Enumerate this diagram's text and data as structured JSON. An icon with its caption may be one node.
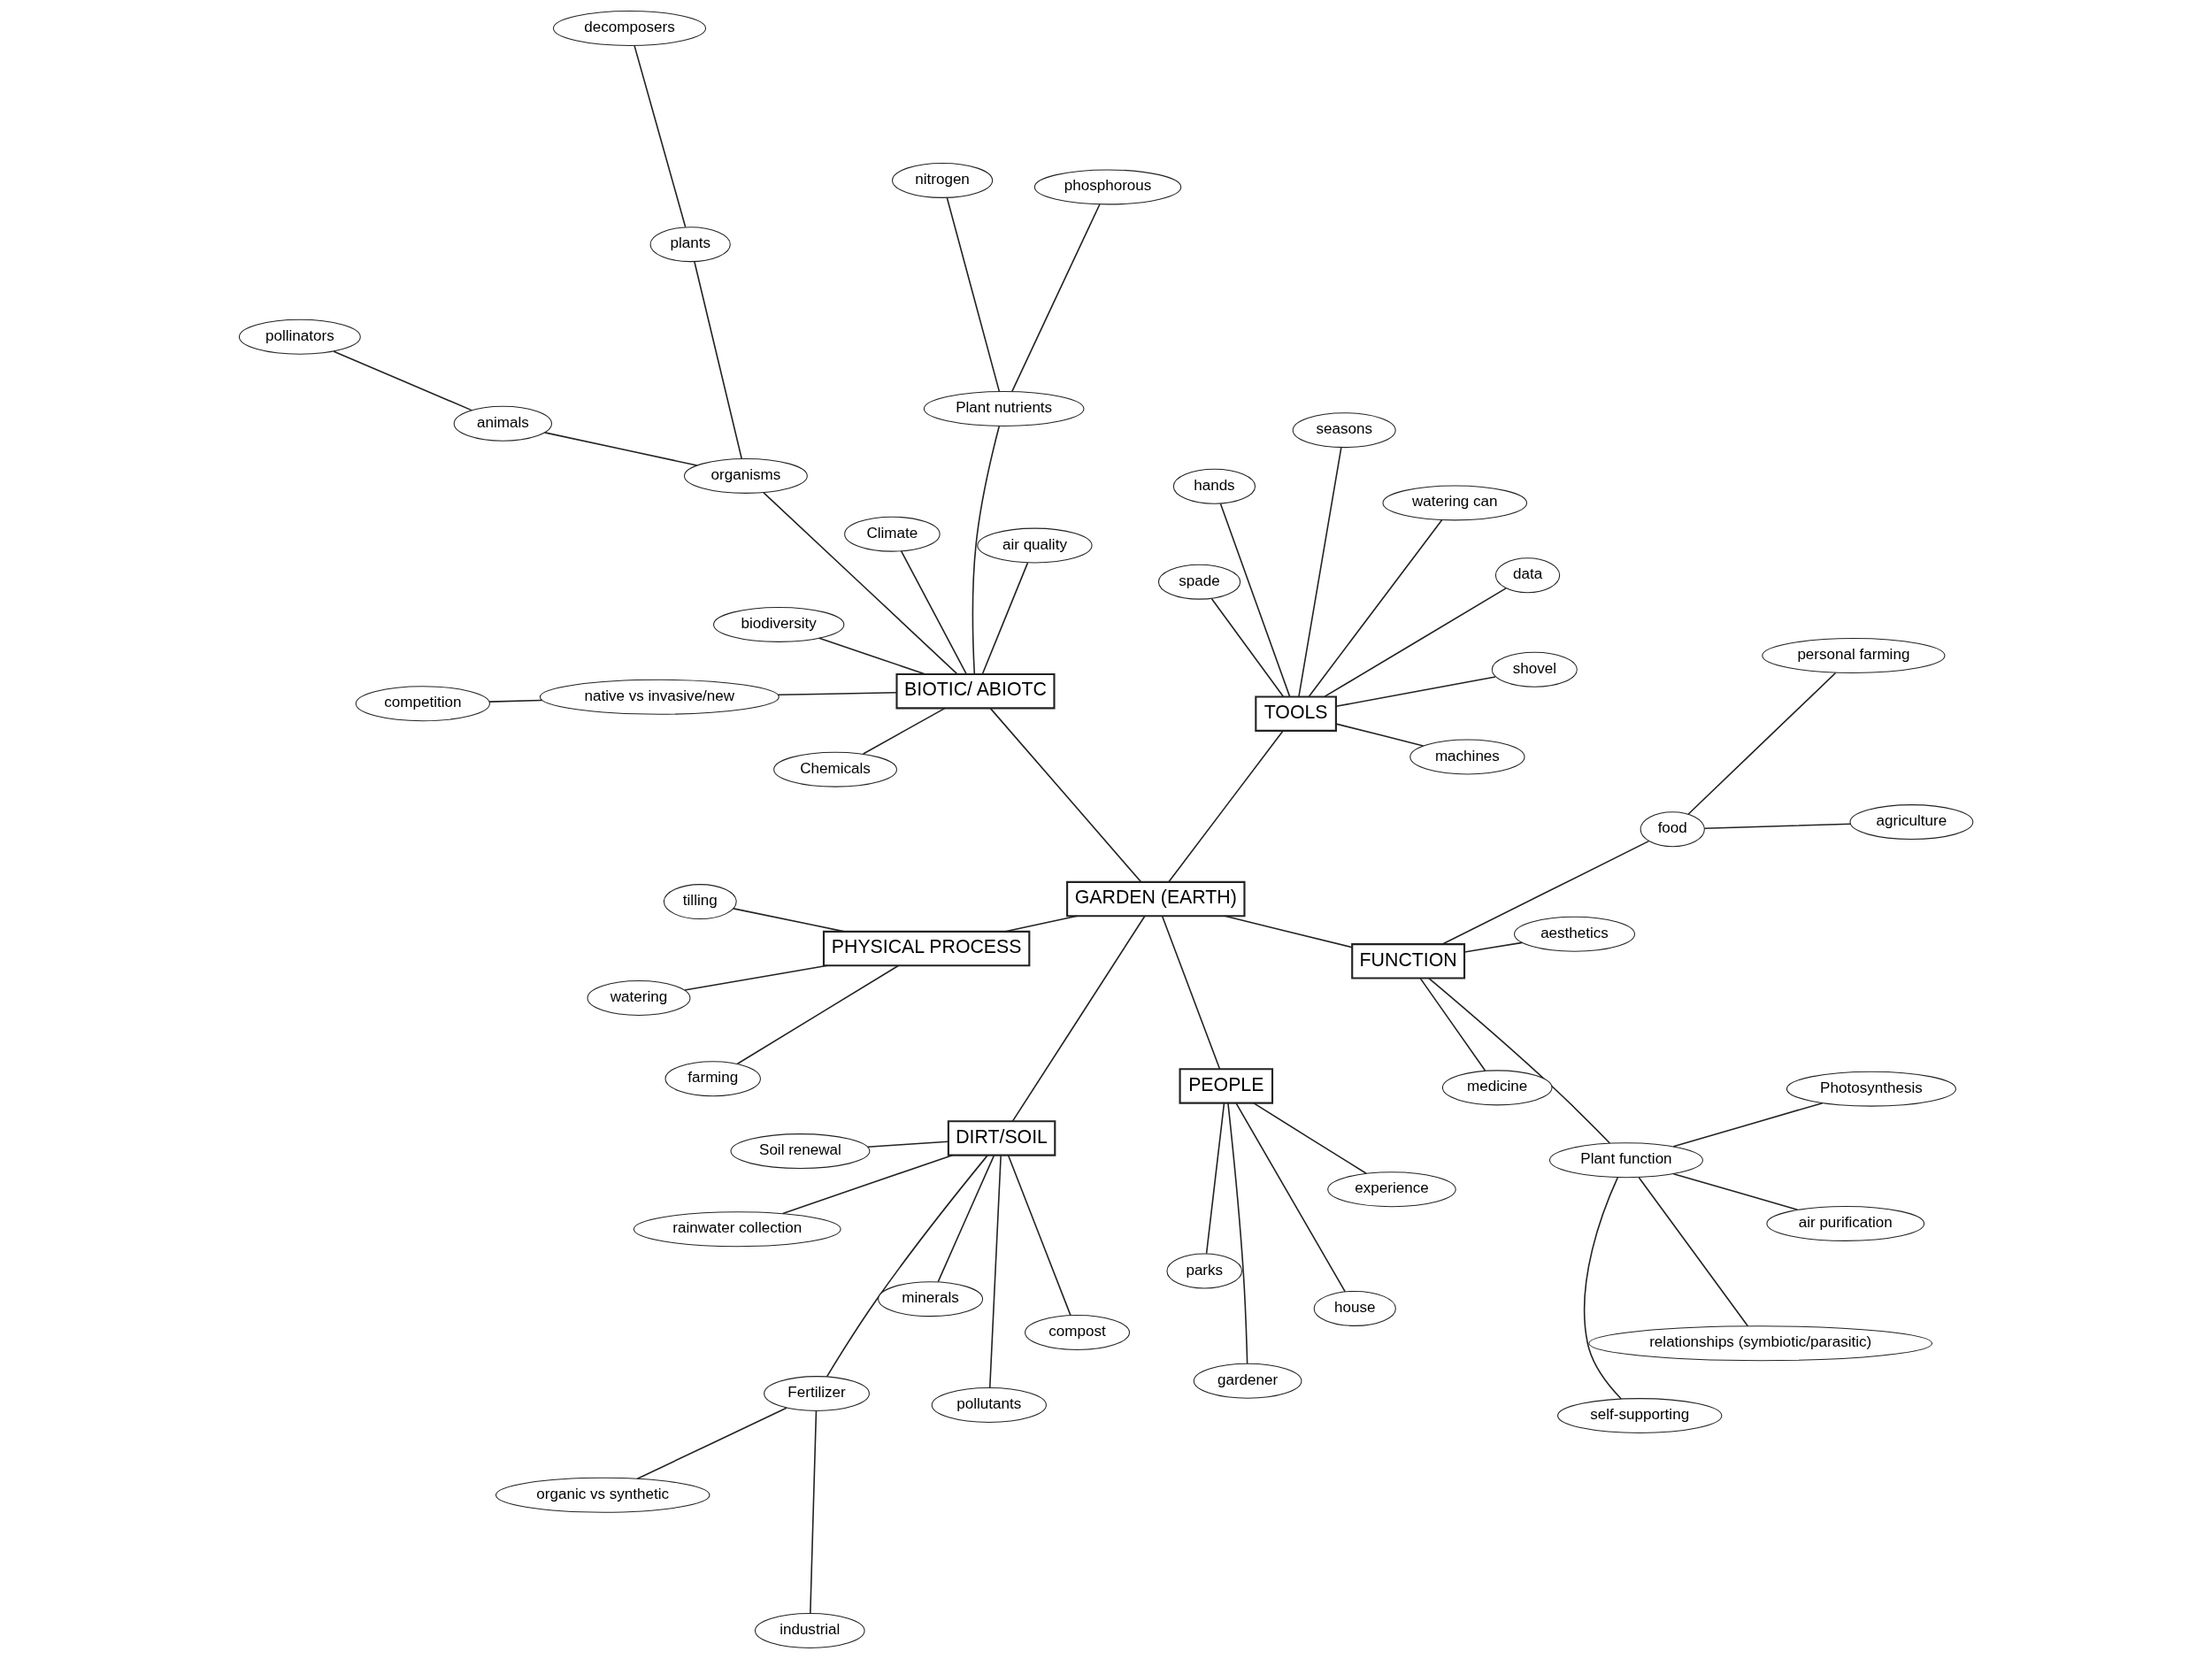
{
  "diagram": {
    "nodes": [
      {
        "text": [
          "GARDEN (EARTH)"
        ]
      },
      {
        "text": [
          "DIRT/SOIL"
        ]
      },
      {
        "text": [
          "Fertilizer"
        ]
      },
      {
        "text": [
          "organic vs synthetic"
        ]
      },
      {
        "text": [
          "industrial"
        ]
      },
      {
        "text": [
          "Soil renewal"
        ]
      },
      {
        "text": [
          "rainwater collection"
        ]
      },
      {
        "text": [
          "compost"
        ]
      },
      {
        "text": [
          "minerals"
        ]
      },
      {
        "text": [
          "pollutants"
        ]
      },
      {
        "text": [
          "BIOTIC/ ABIOTC"
        ]
      },
      {
        "text": [
          "competition"
        ]
      },
      {
        "text": [
          "native vs invasive/new"
        ]
      },
      {
        "text": [
          "Plant nutrients"
        ]
      },
      {
        "text": [
          "nitrogen"
        ]
      },
      {
        "text": [
          "phosphorous"
        ]
      },
      {
        "text": [
          "Chemicals"
        ]
      },
      {
        "text": [
          "Climate"
        ]
      },
      {
        "text": [
          "biodiversity"
        ]
      },
      {
        "text": [
          "organisms"
        ]
      },
      {
        "text": [
          "plants"
        ]
      },
      {
        "text": [
          "animals"
        ]
      },
      {
        "text": [
          "decomposers"
        ]
      },
      {
        "text": [
          "pollinators"
        ]
      },
      {
        "text": [
          "air quality"
        ]
      },
      {
        "text": [
          "PEOPLE"
        ]
      },
      {
        "text": [
          "experience"
        ]
      },
      {
        "text": [
          "parks"
        ]
      },
      {
        "text": [
          "gardener"
        ]
      },
      {
        "text": [
          "house"
        ]
      },
      {
        "text": [
          "TOOLS"
        ]
      },
      {
        "text": [
          "shovel"
        ]
      },
      {
        "text": [
          "spade"
        ]
      },
      {
        "text": [
          "seasons"
        ]
      },
      {
        "text": [
          "data"
        ]
      },
      {
        "text": [
          "machines"
        ]
      },
      {
        "text": [
          "hands"
        ]
      },
      {
        "text": [
          "watering can"
        ]
      },
      {
        "text": [
          "PHYSICAL PROCESS"
        ]
      },
      {
        "text": [
          "farming"
        ]
      },
      {
        "text": [
          "tilling"
        ]
      },
      {
        "text": [
          "watering"
        ]
      },
      {
        "text": [
          "FUNCTION"
        ]
      },
      {
        "text": [
          "Photosynthesis"
        ]
      },
      {
        "text": [
          "Plant function"
        ]
      },
      {
        "text": [
          "self-supporting"
        ]
      },
      {
        "text": [
          "air purification"
        ]
      },
      {
        "text": [
          "relationships (symbiotic/parasitic)"
        ]
      },
      {
        "text": [
          "food"
        ]
      },
      {
        "text": [
          "agriculture"
        ]
      },
      {
        "text": [
          "personal farming"
        ]
      },
      {
        "text": [
          "medicine"
        ]
      },
      {
        "text": [
          "aesthetics"
        ]
      }
    ],
    "edges": [
      {
        "from": 0,
        "to": 1,
        "arrow": "none"
      },
      {
        "from": 0,
        "to": 10,
        "arrow": "none"
      },
      {
        "from": 0,
        "to": 25,
        "arrow": "none"
      },
      {
        "from": 0,
        "to": 30,
        "arrow": "none"
      },
      {
        "from": 0,
        "to": 42,
        "arrow": "none"
      },
      {
        "from": 0,
        "to": 38,
        "arrow": "none"
      },
      {
        "from": 1,
        "to": 2,
        "arrow": "none"
      },
      {
        "from": 2,
        "to": 3,
        "arrow": "none"
      },
      {
        "from": 2,
        "to": 4,
        "arrow": "none"
      },
      {
        "from": 1,
        "to": 5,
        "arrow": "none"
      },
      {
        "from": 1,
        "to": 6,
        "arrow": "none"
      },
      {
        "from": 1,
        "to": 7,
        "arrow": "none"
      },
      {
        "from": 1,
        "to": 8,
        "arrow": "none"
      },
      {
        "from": 1,
        "to": 9,
        "arrow": "none"
      },
      {
        "from": 10,
        "to": 12,
        "arrow": "none"
      },
      {
        "from": 12,
        "to": 11,
        "arrow": "none"
      },
      {
        "from": 10,
        "to": 13,
        "arrow": "none"
      },
      {
        "from": 13,
        "to": 14,
        "arrow": "none"
      },
      {
        "from": 13,
        "to": 15,
        "arrow": "none"
      },
      {
        "from": 10,
        "to": 16,
        "arrow": "none"
      },
      {
        "from": 10,
        "to": 17,
        "arrow": "none"
      },
      {
        "from": 10,
        "to": 18,
        "arrow": "none"
      },
      {
        "from": 10,
        "to": 24,
        "arrow": "none"
      },
      {
        "from": 10,
        "to": 19,
        "arrow": "none"
      },
      {
        "from": 19,
        "to": 20,
        "arrow": "none"
      },
      {
        "from": 19,
        "to": 21,
        "arrow": "none"
      },
      {
        "from": 20,
        "to": 22,
        "arrow": "none"
      },
      {
        "from": 21,
        "to": 23,
        "arrow": "none"
      },
      {
        "from": 25,
        "to": 26,
        "arrow": "none"
      },
      {
        "from": 25,
        "to": 27,
        "arrow": "none"
      },
      {
        "from": 25,
        "to": 28,
        "arrow": "none"
      },
      {
        "from": 25,
        "to": 29,
        "arrow": "none"
      },
      {
        "from": 30,
        "to": 31,
        "arrow": "none"
      },
      {
        "from": 30,
        "to": 32,
        "arrow": "none"
      },
      {
        "from": 30,
        "to": 33,
        "arrow": "none"
      },
      {
        "from": 30,
        "to": 34,
        "arrow": "none"
      },
      {
        "from": 30,
        "to": 35,
        "arrow": "none"
      },
      {
        "from": 30,
        "to": 36,
        "arrow": "none"
      },
      {
        "from": 30,
        "to": 37,
        "arrow": "none"
      },
      {
        "from": 38,
        "to": 39,
        "arrow": "none"
      },
      {
        "from": 38,
        "to": 40,
        "arrow": "none"
      },
      {
        "from": 38,
        "to": 41,
        "arrow": "none"
      },
      {
        "from": 42,
        "to": 44,
        "arrow": "none"
      },
      {
        "from": 44,
        "to": 43,
        "arrow": "none"
      },
      {
        "from": 44,
        "to": 45,
        "arrow": "none"
      },
      {
        "from": 44,
        "to": 46,
        "arrow": "none"
      },
      {
        "from": 44,
        "to": 47,
        "arrow": "none"
      },
      {
        "from": 42,
        "to": 48,
        "arrow": "none"
      },
      {
        "from": 48,
        "to": 49,
        "arrow": "none"
      },
      {
        "from": 48,
        "to": 50,
        "arrow": "none"
      },
      {
        "from": 42,
        "to": 51,
        "arrow": "none"
      },
      {
        "from": 42,
        "to": 52,
        "arrow": "none"
      }
    ]
  }
}
